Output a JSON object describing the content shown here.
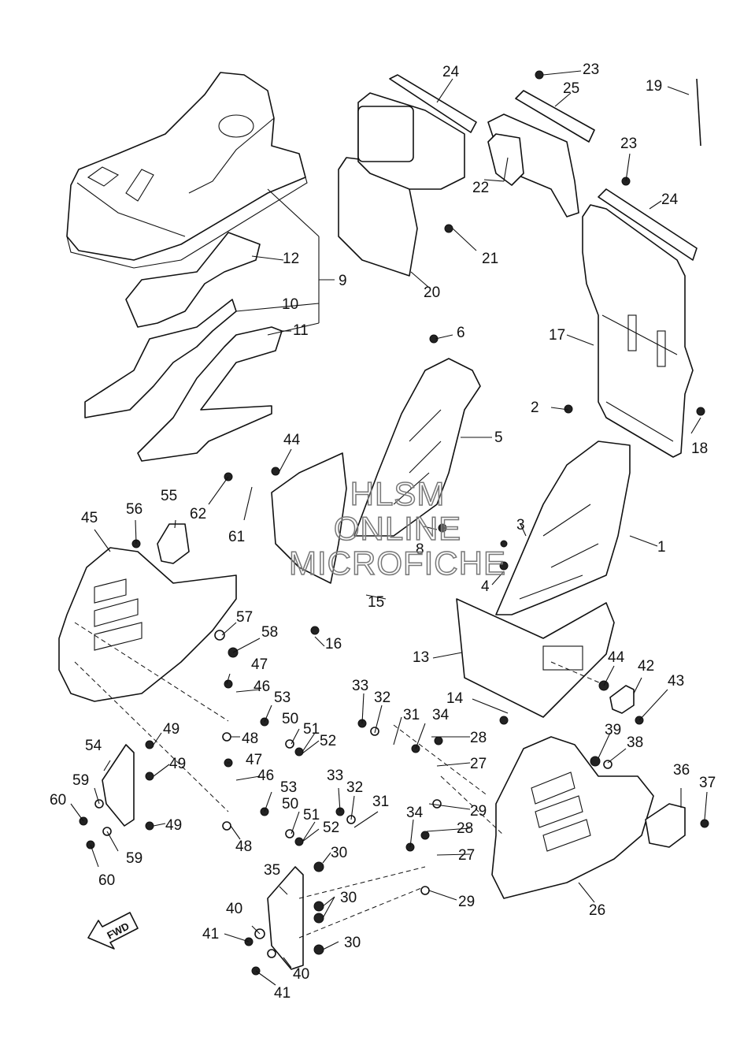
{
  "watermark": {
    "line1": "HLSM",
    "line2": "ONLINE",
    "line3": "MICROFICHE"
  },
  "direction_arrow": {
    "label": "FWD"
  },
  "callouts": [
    {
      "id": "c1",
      "label": "1"
    },
    {
      "id": "c2",
      "label": "2"
    },
    {
      "id": "c3",
      "label": "3"
    },
    {
      "id": "c4",
      "label": "4"
    },
    {
      "id": "c5",
      "label": "5"
    },
    {
      "id": "c6",
      "label": "6"
    },
    {
      "id": "c8",
      "label": "8"
    },
    {
      "id": "c9",
      "label": "9"
    },
    {
      "id": "c10",
      "label": "10"
    },
    {
      "id": "c11",
      "label": "11"
    },
    {
      "id": "c12",
      "label": "12"
    },
    {
      "id": "c13",
      "label": "13"
    },
    {
      "id": "c14",
      "label": "14"
    },
    {
      "id": "c15",
      "label": "15"
    },
    {
      "id": "c16",
      "label": "16"
    },
    {
      "id": "c17",
      "label": "17"
    },
    {
      "id": "c18",
      "label": "18"
    },
    {
      "id": "c19",
      "label": "19"
    },
    {
      "id": "c20",
      "label": "20"
    },
    {
      "id": "c21",
      "label": "21"
    },
    {
      "id": "c22",
      "label": "22"
    },
    {
      "id": "c23a",
      "label": "23"
    },
    {
      "id": "c23b",
      "label": "23"
    },
    {
      "id": "c24a",
      "label": "24"
    },
    {
      "id": "c24b",
      "label": "24"
    },
    {
      "id": "c25",
      "label": "25"
    },
    {
      "id": "c26",
      "label": "26"
    },
    {
      "id": "c27a",
      "label": "27"
    },
    {
      "id": "c27b",
      "label": "27"
    },
    {
      "id": "c28a",
      "label": "28"
    },
    {
      "id": "c28b",
      "label": "28"
    },
    {
      "id": "c29a",
      "label": "29"
    },
    {
      "id": "c29b",
      "label": "29"
    },
    {
      "id": "c30a",
      "label": "30"
    },
    {
      "id": "c30b",
      "label": "30"
    },
    {
      "id": "c30c",
      "label": "30"
    },
    {
      "id": "c31a",
      "label": "31"
    },
    {
      "id": "c31b",
      "label": "31"
    },
    {
      "id": "c32a",
      "label": "32"
    },
    {
      "id": "c32b",
      "label": "32"
    },
    {
      "id": "c33a",
      "label": "33"
    },
    {
      "id": "c33b",
      "label": "33"
    },
    {
      "id": "c34a",
      "label": "34"
    },
    {
      "id": "c34b",
      "label": "34"
    },
    {
      "id": "c35",
      "label": "35"
    },
    {
      "id": "c36",
      "label": "36"
    },
    {
      "id": "c37",
      "label": "37"
    },
    {
      "id": "c38",
      "label": "38"
    },
    {
      "id": "c39",
      "label": "39"
    },
    {
      "id": "c40a",
      "label": "40"
    },
    {
      "id": "c40b",
      "label": "40"
    },
    {
      "id": "c41a",
      "label": "41"
    },
    {
      "id": "c41b",
      "label": "41"
    },
    {
      "id": "c42",
      "label": "42"
    },
    {
      "id": "c43",
      "label": "43"
    },
    {
      "id": "c44a",
      "label": "44"
    },
    {
      "id": "c44b",
      "label": "44"
    },
    {
      "id": "c45",
      "label": "45"
    },
    {
      "id": "c46a",
      "label": "46"
    },
    {
      "id": "c46b",
      "label": "46"
    },
    {
      "id": "c47a",
      "label": "47"
    },
    {
      "id": "c47b",
      "label": "47"
    },
    {
      "id": "c48a",
      "label": "48"
    },
    {
      "id": "c48b",
      "label": "48"
    },
    {
      "id": "c49a",
      "label": "49"
    },
    {
      "id": "c49b",
      "label": "49"
    },
    {
      "id": "c49c",
      "label": "49"
    },
    {
      "id": "c50a",
      "label": "50"
    },
    {
      "id": "c50b",
      "label": "50"
    },
    {
      "id": "c51a",
      "label": "51"
    },
    {
      "id": "c51b",
      "label": "51"
    },
    {
      "id": "c52a",
      "label": "52"
    },
    {
      "id": "c52b",
      "label": "52"
    },
    {
      "id": "c53a",
      "label": "53"
    },
    {
      "id": "c53b",
      "label": "53"
    },
    {
      "id": "c54",
      "label": "54"
    },
    {
      "id": "c55",
      "label": "55"
    },
    {
      "id": "c56",
      "label": "56"
    },
    {
      "id": "c57",
      "label": "57"
    },
    {
      "id": "c58",
      "label": "58"
    },
    {
      "id": "c59a",
      "label": "59"
    },
    {
      "id": "c59b",
      "label": "59"
    },
    {
      "id": "c60a",
      "label": "60"
    },
    {
      "id": "c60b",
      "label": "60"
    },
    {
      "id": "c61",
      "label": "61"
    },
    {
      "id": "c62",
      "label": "62"
    }
  ]
}
